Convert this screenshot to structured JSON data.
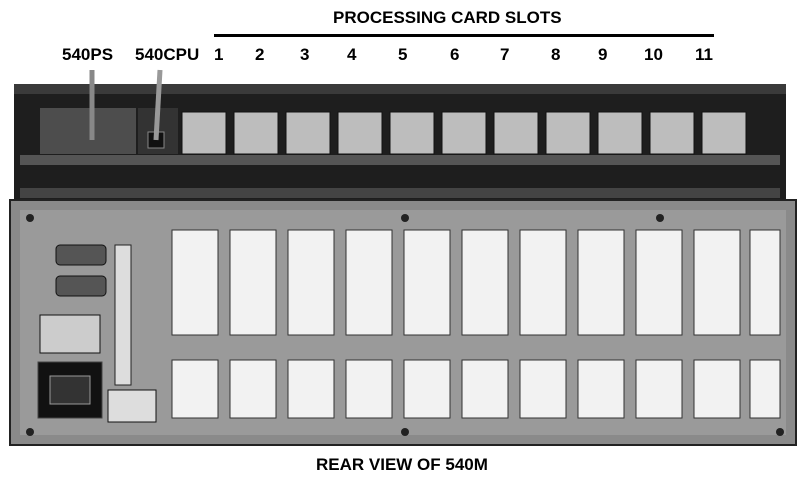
{
  "header": {
    "title": "PROCESSING CARD SLOTS",
    "power_supply_label": "540PS",
    "cpu_label": "540CPU",
    "slot_numbers": [
      "1",
      "2",
      "3",
      "4",
      "5",
      "6",
      "7",
      "8",
      "9",
      "10",
      "11"
    ]
  },
  "caption": "REAR VIEW OF 540M",
  "colors": {
    "chassis_dark": "#2a2a2a",
    "panel": "#8a8a8a",
    "terminal_white": "#f2f2f2"
  }
}
